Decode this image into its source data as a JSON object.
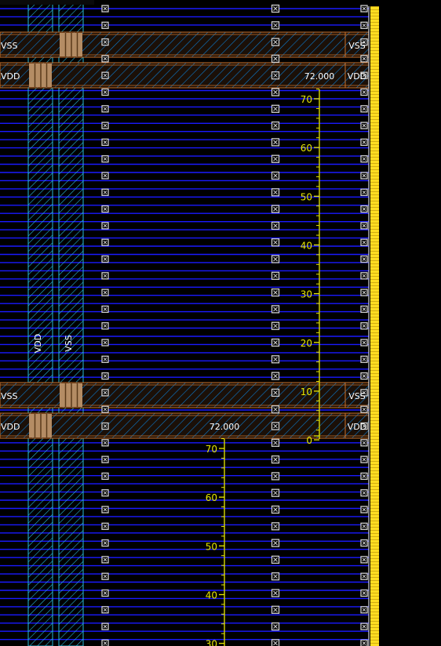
{
  "colors": {
    "background": "#000000",
    "metal_track": "#1a1aff",
    "power_strap": "#29b8d8",
    "rail_fill": "#1b1008",
    "rail_border": "#c8702a",
    "rail_hatch": "#0b7bd0",
    "via": "#b48c64",
    "contact": "#cfcfcf",
    "die_edge": "#ffdd22",
    "ruler": "#e8e800",
    "label": "#ffffff"
  },
  "straps": [
    {
      "name": "VDD",
      "label": "VDD"
    },
    {
      "name": "VSS",
      "label": "VSS"
    }
  ],
  "rails": [
    {
      "net": "VSS",
      "left_label": "VSS",
      "right_label": "VSS"
    },
    {
      "net": "VDD",
      "left_label": "VDD",
      "right_label": "VDD",
      "measure": "72.000"
    },
    {
      "net": "VSS",
      "left_label": "VSS",
      "right_label": "VSS"
    },
    {
      "net": "VDD",
      "left_label": "VDD",
      "right_label": "VDD",
      "measure": "72.000"
    }
  ],
  "rulers": [
    {
      "ticks": [
        "70",
        "60",
        "50",
        "40",
        "30",
        "20",
        "10",
        "0"
      ]
    },
    {
      "ticks": [
        "70",
        "60",
        "50",
        "40",
        "30"
      ]
    }
  ]
}
